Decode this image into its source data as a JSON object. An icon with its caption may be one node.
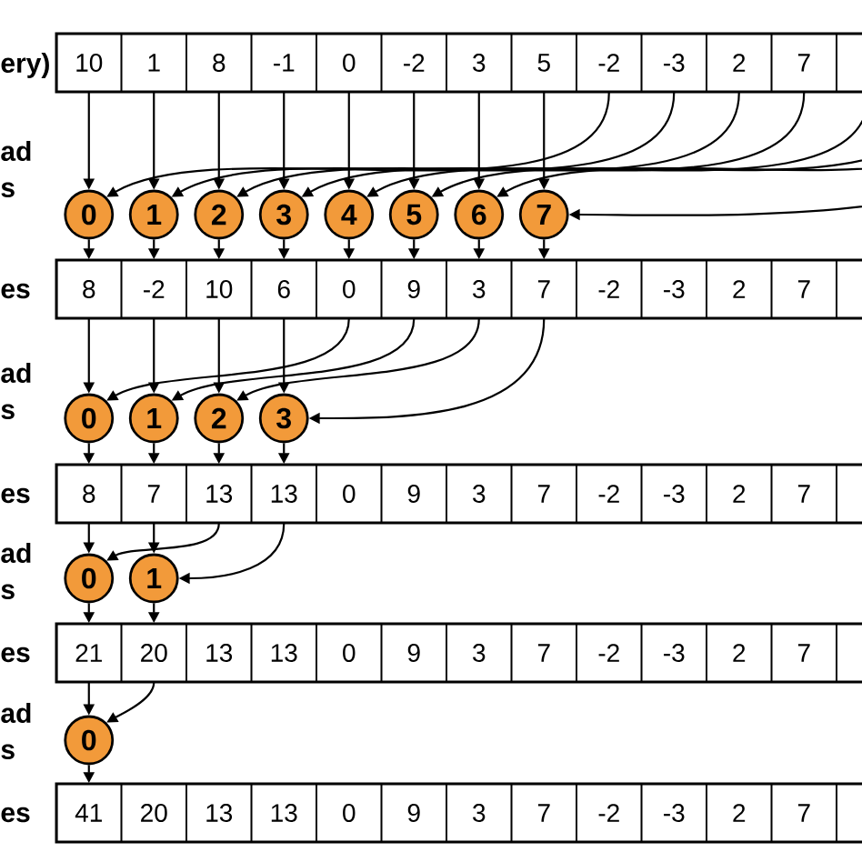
{
  "diagram": {
    "nodes": [
      {
        "text": [
          "10"
        ]
      },
      {
        "text": [
          "1"
        ]
      },
      {
        "text": [
          "8"
        ]
      },
      {
        "text": [
          "-1"
        ]
      },
      {
        "text": [
          "0"
        ]
      },
      {
        "text": [
          "-2"
        ]
      },
      {
        "text": [
          "3"
        ]
      },
      {
        "text": [
          "5"
        ]
      },
      {
        "text": [
          "-2"
        ]
      },
      {
        "text": [
          "-3"
        ]
      },
      {
        "text": [
          "2"
        ]
      },
      {
        "text": [
          "7"
        ]
      },
      {
        "text": [],
        "shape": "box"
      },
      {
        "text": [
          "0"
        ]
      },
      {
        "text": [
          "1"
        ]
      },
      {
        "text": [
          "2"
        ]
      },
      {
        "text": [
          "3"
        ]
      },
      {
        "text": [
          "4"
        ]
      },
      {
        "text": [
          "5"
        ]
      },
      {
        "text": [
          "6"
        ]
      },
      {
        "text": [
          "7"
        ]
      },
      {
        "text": [
          "8"
        ]
      },
      {
        "text": [
          "-2"
        ]
      },
      {
        "text": [
          "10"
        ]
      },
      {
        "text": [
          "6"
        ]
      },
      {
        "text": [
          "0"
        ]
      },
      {
        "text": [
          "9"
        ]
      },
      {
        "text": [
          "3"
        ]
      },
      {
        "text": [
          "7"
        ]
      },
      {
        "text": [
          "-2"
        ]
      },
      {
        "text": [
          "-3"
        ]
      },
      {
        "text": [
          "2"
        ]
      },
      {
        "text": [
          "7"
        ]
      },
      {
        "text": [],
        "shape": "box"
      },
      {
        "text": [
          "0"
        ]
      },
      {
        "text": [
          "1"
        ]
      },
      {
        "text": [
          "2"
        ]
      },
      {
        "text": [
          "3"
        ]
      },
      {
        "text": [
          "8"
        ]
      },
      {
        "text": [
          "7"
        ]
      },
      {
        "text": [
          "13"
        ]
      },
      {
        "text": [
          "13"
        ]
      },
      {
        "text": [
          "0"
        ]
      },
      {
        "text": [
          "9"
        ]
      },
      {
        "text": [
          "3"
        ]
      },
      {
        "text": [
          "7"
        ]
      },
      {
        "text": [
          "-2"
        ]
      },
      {
        "text": [
          "-3"
        ]
      },
      {
        "text": [
          "2"
        ]
      },
      {
        "text": [
          "7"
        ]
      },
      {
        "text": [],
        "shape": "box"
      },
      {
        "text": [
          "0"
        ]
      },
      {
        "text": [
          "1"
        ]
      },
      {
        "text": [
          "21"
        ]
      },
      {
        "text": [
          "20"
        ]
      },
      {
        "text": [
          "13"
        ]
      },
      {
        "text": [
          "13"
        ]
      },
      {
        "text": [
          "0"
        ]
      },
      {
        "text": [
          "9"
        ]
      },
      {
        "text": [
          "3"
        ]
      },
      {
        "text": [
          "7"
        ]
      },
      {
        "text": [
          "-2"
        ]
      },
      {
        "text": [
          "-3"
        ]
      },
      {
        "text": [
          "2"
        ]
      },
      {
        "text": [
          "7"
        ]
      },
      {
        "text": [],
        "shape": "box"
      },
      {
        "text": [
          "0"
        ]
      },
      {
        "text": [
          "41"
        ]
      },
      {
        "text": [
          "20"
        ]
      },
      {
        "text": [
          "13"
        ]
      },
      {
        "text": [
          "13"
        ]
      },
      {
        "text": [
          "0"
        ]
      },
      {
        "text": [
          "9"
        ]
      },
      {
        "text": [
          "3"
        ]
      },
      {
        "text": [
          "7"
        ]
      },
      {
        "text": [
          "-2"
        ]
      },
      {
        "text": [
          "-3"
        ]
      },
      {
        "text": [
          "2"
        ]
      },
      {
        "text": [
          "7"
        ]
      },
      {
        "text": [],
        "shape": "box"
      }
    ],
    "edges": [
      {
        "from": 0,
        "to": 13,
        "arrow": "to"
      },
      {
        "from": 1,
        "to": 14,
        "arrow": "to"
      },
      {
        "from": 2,
        "to": 15,
        "arrow": "to"
      },
      {
        "from": 3,
        "to": 16,
        "arrow": "to"
      },
      {
        "from": 4,
        "to": 17,
        "arrow": "to"
      },
      {
        "from": 5,
        "to": 18,
        "arrow": "to"
      },
      {
        "from": 6,
        "to": 19,
        "arrow": "to"
      },
      {
        "from": 7,
        "to": 20,
        "arrow": "to"
      },
      {
        "from": 8,
        "to": 13,
        "arrow": "to"
      },
      {
        "from": 9,
        "to": 14,
        "arrow": "to"
      },
      {
        "from": 10,
        "to": 15,
        "arrow": "to"
      },
      {
        "from": 11,
        "to": 16,
        "arrow": "to"
      },
      {
        "from": 12,
        "to": 17,
        "arrow": "to"
      },
      {
        "from": null,
        "to": 18,
        "arrow": "to"
      },
      {
        "from": null,
        "to": 19,
        "arrow": "to"
      },
      {
        "from": null,
        "to": 20,
        "arrow": "to"
      },
      {
        "from": 13,
        "to": 21,
        "arrow": "to"
      },
      {
        "from": 14,
        "to": 22,
        "arrow": "to"
      },
      {
        "from": 15,
        "to": 23,
        "arrow": "to"
      },
      {
        "from": 16,
        "to": 24,
        "arrow": "to"
      },
      {
        "from": 17,
        "to": 25,
        "arrow": "to"
      },
      {
        "from": 18,
        "to": 26,
        "arrow": "to"
      },
      {
        "from": 19,
        "to": 27,
        "arrow": "to"
      },
      {
        "from": 20,
        "to": 28,
        "arrow": "to"
      },
      {
        "from": 21,
        "to": 34,
        "arrow": "to"
      },
      {
        "from": 22,
        "to": 35,
        "arrow": "to"
      },
      {
        "from": 23,
        "to": 36,
        "arrow": "to"
      },
      {
        "from": 24,
        "to": 37,
        "arrow": "to"
      },
      {
        "from": 25,
        "to": 34,
        "arrow": "to"
      },
      {
        "from": 26,
        "to": 35,
        "arrow": "to"
      },
      {
        "from": 27,
        "to": 36,
        "arrow": "to"
      },
      {
        "from": 28,
        "to": 37,
        "arrow": "to"
      },
      {
        "from": 34,
        "to": 38,
        "arrow": "to"
      },
      {
        "from": 35,
        "to": 39,
        "arrow": "to"
      },
      {
        "from": 36,
        "to": 40,
        "arrow": "to"
      },
      {
        "from": 37,
        "to": 41,
        "arrow": "to"
      },
      {
        "from": 38,
        "to": 51,
        "arrow": "to"
      },
      {
        "from": 39,
        "to": 52,
        "arrow": "to"
      },
      {
        "from": 40,
        "to": 51,
        "arrow": "to"
      },
      {
        "from": 41,
        "to": 52,
        "arrow": "to"
      },
      {
        "from": 51,
        "to": 53,
        "arrow": "to"
      },
      {
        "from": 52,
        "to": 54,
        "arrow": "to"
      },
      {
        "from": 53,
        "to": 66,
        "arrow": "to"
      },
      {
        "from": 54,
        "to": 66,
        "arrow": "to"
      },
      {
        "from": 66,
        "to": 67,
        "arrow": "to"
      }
    ],
    "labels": [
      "ery)",
      "ad s",
      "es",
      "ad s",
      "es",
      "ad s",
      "es",
      "ad s",
      "es"
    ]
  }
}
